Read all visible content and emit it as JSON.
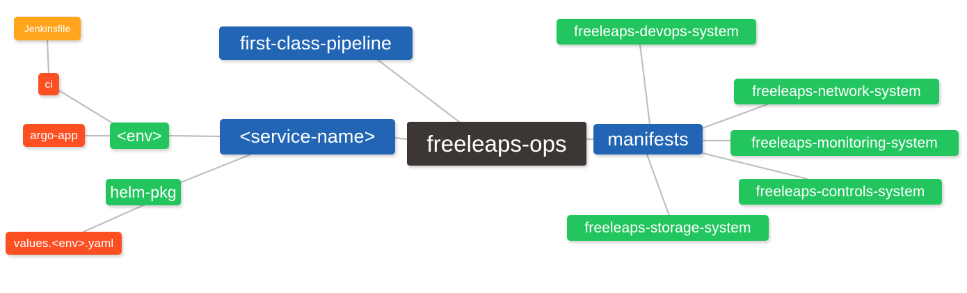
{
  "diagram": {
    "type": "mindmap",
    "title": "freeleaps-ops",
    "background_color": "#ffffff",
    "edge_color": "#bfbfbf",
    "palette": {
      "root": "#3C3734",
      "blue": "#2265B5",
      "green": "#22C55E",
      "orange": "#FFA41B",
      "red": "#FC5022"
    }
  },
  "nodes": {
    "root": {
      "label": "freeleaps-ops",
      "color": "#3C3734"
    },
    "first_class_pipeline": {
      "label": "first-class-pipeline",
      "color": "#2265B5"
    },
    "service_name": {
      "label": "<service-name>",
      "color": "#2265B5"
    },
    "env": {
      "label": "<env>",
      "color": "#22C55E"
    },
    "ci": {
      "label": "ci",
      "color": "#FC5022"
    },
    "jenkinsfile": {
      "label": "Jenkinsfile",
      "color": "#FFA41B"
    },
    "argo_app": {
      "label": "argo-app",
      "color": "#FC5022"
    },
    "helm_pkg": {
      "label": "helm-pkg",
      "color": "#22C55E"
    },
    "values_yaml": {
      "label": "values.<env>.yaml",
      "color": "#FC5022"
    },
    "manifests": {
      "label": "manifests",
      "color": "#2265B5"
    },
    "devops_system": {
      "label": "freeleaps-devops-system",
      "color": "#22C55E"
    },
    "network_system": {
      "label": "freeleaps-network-system",
      "color": "#22C55E"
    },
    "monitoring_system": {
      "label": "freeleaps-monitoring-system",
      "color": "#22C55E"
    },
    "controls_system": {
      "label": "freeleaps-controls-system",
      "color": "#22C55E"
    },
    "storage_system": {
      "label": "freeleaps-storage-system",
      "color": "#22C55E"
    }
  },
  "edges": [
    {
      "from": "first_class_pipeline",
      "to": "root"
    },
    {
      "from": "service_name",
      "to": "root"
    },
    {
      "from": "env",
      "to": "service_name"
    },
    {
      "from": "helm_pkg",
      "to": "service_name"
    },
    {
      "from": "ci",
      "to": "env"
    },
    {
      "from": "argo_app",
      "to": "env"
    },
    {
      "from": "jenkinsfile",
      "to": "ci"
    },
    {
      "from": "values_yaml",
      "to": "helm_pkg"
    },
    {
      "from": "root",
      "to": "manifests"
    },
    {
      "from": "manifests",
      "to": "devops_system"
    },
    {
      "from": "manifests",
      "to": "network_system"
    },
    {
      "from": "manifests",
      "to": "monitoring_system"
    },
    {
      "from": "manifests",
      "to": "controls_system"
    },
    {
      "from": "manifests",
      "to": "storage_system"
    }
  ]
}
